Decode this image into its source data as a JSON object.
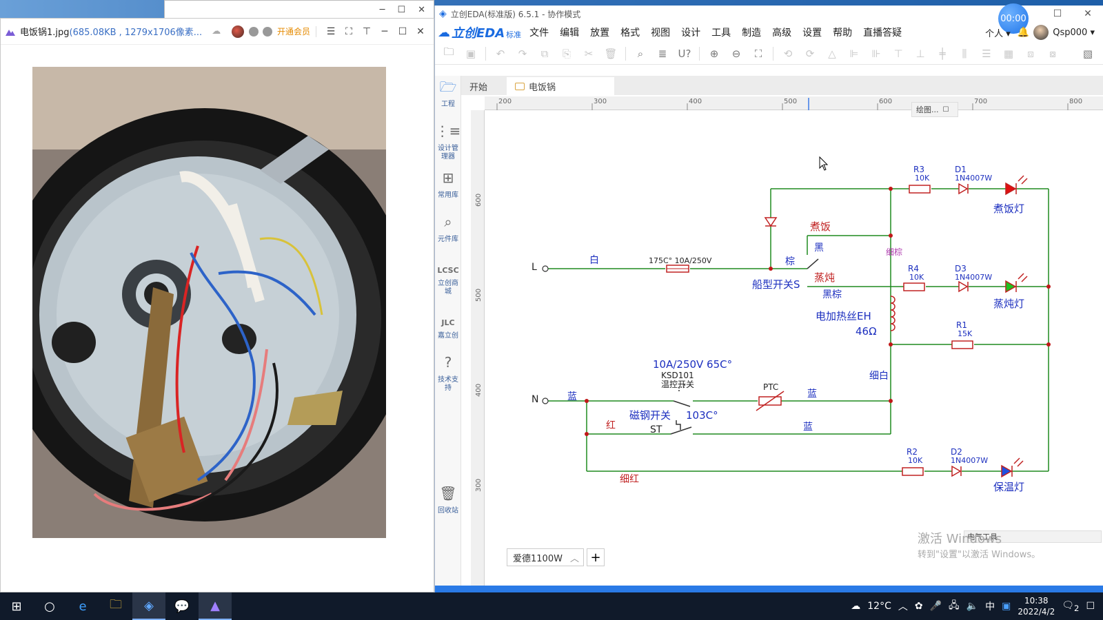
{
  "viewer": {
    "filename": "电饭锅1.jpg",
    "meta": "(685.08KB , 1279x1706像素...",
    "vip_label": "开通会员"
  },
  "eda": {
    "window_title": "立创EDA(标准版) 6.5.1 - 协作模式",
    "timer": "00:00",
    "logo": "立创EDA",
    "logo_edition": "标准",
    "menu": [
      "文件",
      "编辑",
      "放置",
      "格式",
      "视图",
      "设计",
      "工具",
      "制造",
      "高级",
      "设置",
      "帮助",
      "直播答疑"
    ],
    "personal": "个人",
    "username": "Qsp000",
    "rail": [
      "工程",
      "设计管理器",
      "常用库",
      "元件库",
      "立创商城",
      "嘉立创",
      "技术支持",
      "回收站"
    ],
    "tabs": [
      "开始",
      "电饭锅"
    ],
    "ruler_h": [
      "200",
      "300",
      "400",
      "500",
      "600",
      "700",
      "800"
    ],
    "ruler_v": [
      "600",
      "500",
      "400",
      "300"
    ],
    "draw_panel": "绘图...",
    "elec_panel": "电气工具",
    "sheet_name": "爱德1100W",
    "activate_line1": "激活 Windows",
    "activate_line2": "转到\"设置\"以激活 Windows。"
  },
  "schematic": {
    "L": "L",
    "N": "N",
    "wire_white": "白",
    "fuse": "175C° 10A/250V",
    "brown": "棕",
    "black": "黑",
    "cook": "煮饭",
    "stew": "蒸炖",
    "boat_switch": "船型开关S",
    "black_brown": "黑棕",
    "thin_brown": "细棕",
    "heater": "电加热丝EH",
    "heater_value": "46Ω",
    "r3": "R3",
    "r3v": "10K",
    "d1": "D1",
    "d1v": "1N4007W",
    "led_cook": "煮饭灯",
    "r4": "R4",
    "r4v": "10K",
    "d3": "D3",
    "d3v": "1N4007W",
    "led_stew": "蒸炖灯",
    "r1": "R1",
    "r1v": "15K",
    "thin_white": "细白",
    "ksd_rating": "10A/250V  65C°",
    "ksd": "KSD101",
    "ksd_name": "温控开关",
    "ptc": "PTC",
    "blue1": "蓝",
    "blue2": "蓝",
    "blue3": "蓝",
    "magnet": "磁钢开关",
    "magnet_temp": "103C°",
    "st": "ST",
    "red": "红",
    "thin_red": "细红",
    "r2": "R2",
    "r2v": "10K",
    "d2": "D2",
    "d2v": "1N4007W",
    "led_warm": "保温灯"
  },
  "taskbar": {
    "weather": "12°C",
    "ime": "中",
    "time": "10:38",
    "date": "2022/4/2",
    "notif_count": "2"
  }
}
